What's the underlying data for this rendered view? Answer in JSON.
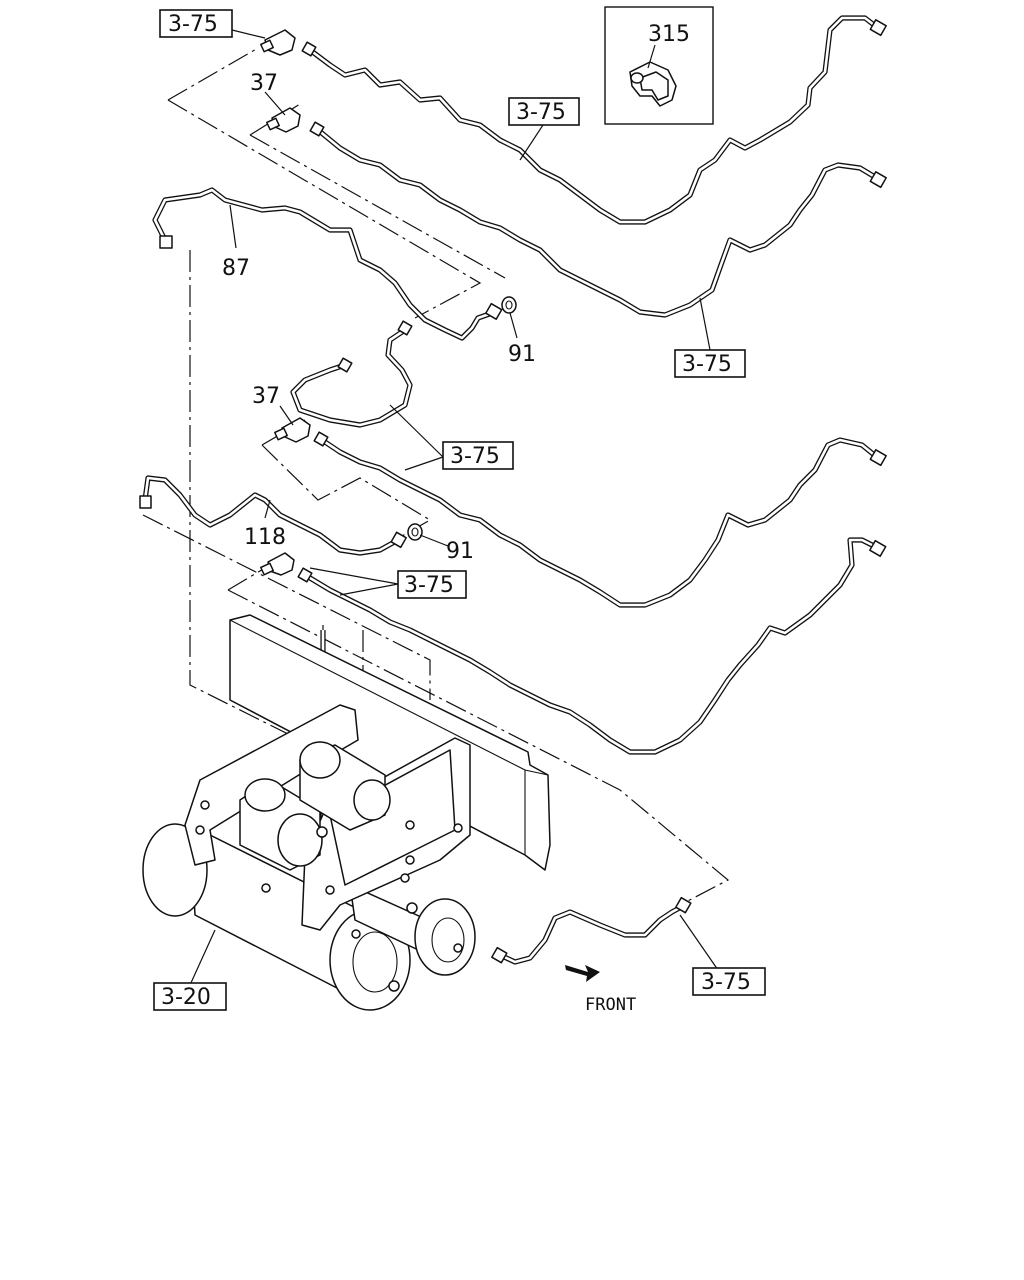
{
  "labels": {
    "ref_3_75": "3-75",
    "ref_3_20": "3-20",
    "part_37": "37",
    "part_87": "87",
    "part_91": "91",
    "part_118": "118",
    "part_315": "315",
    "front": "FRONT"
  }
}
